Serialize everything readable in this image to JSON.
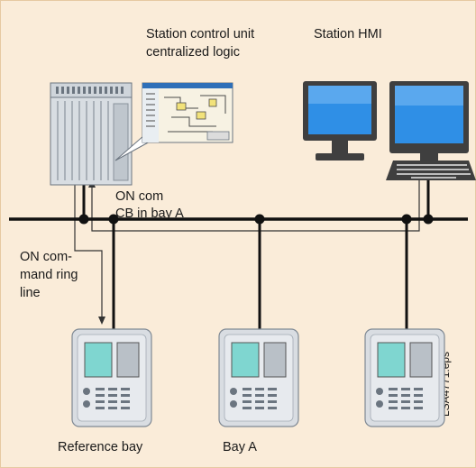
{
  "labels": {
    "station_control_line1": "Station control unit",
    "station_control_line2": "centralized logic",
    "station_hmi": "Station HMI",
    "on_com_line1": "ON com",
    "on_com_line2": "CB in bay A",
    "ring_line1": "ON com-",
    "ring_line2": "mand ring",
    "ring_line3": "line",
    "reference_bay": "Reference bay",
    "bay_a": "Bay A",
    "figure_id": "LSA4771.eps"
  },
  "colors": {
    "background": "#faecd9",
    "bus": "#111111",
    "device_body": "#d9dde2",
    "device_screen": "#7fd6d0",
    "monitor_screen": "#2f8fe6",
    "monitor_bezel": "#3f3f3f"
  },
  "icons": [
    "controller-icon",
    "logic-diagram-icon",
    "monitor-icon",
    "computer-icon",
    "protection-relay-icon"
  ]
}
